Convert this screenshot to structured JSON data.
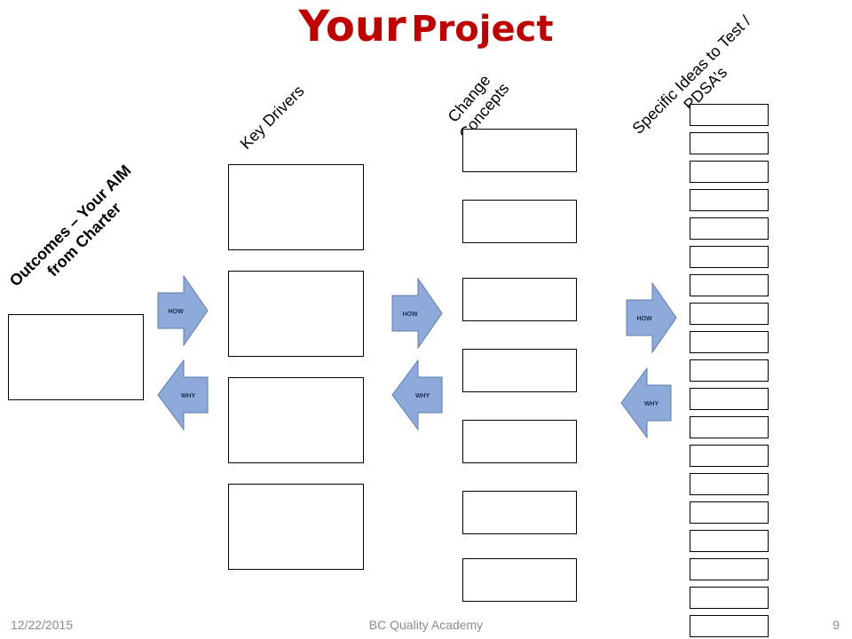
{
  "slide": {
    "title_part1": "Your",
    "title_part2": "Project",
    "headings": {
      "outcomes": "Outcomes – Your AIM from Charter",
      "key_drivers": "Key Drivers",
      "change_concepts": "Change Concepts",
      "specific_ideas": "Specific Ideas to Test / PDSA’s"
    },
    "arrows": {
      "how_label": "HOW",
      "why_label": "WHY"
    },
    "footer": {
      "date": "12/22/2015",
      "organization": "BC Quality Academy",
      "page_number": "9"
    }
  },
  "colors": {
    "title": "#c00000",
    "arrow_fill": "#8eaadb",
    "arrow_stroke": "#5b7bb2",
    "footer_text": "#8c8c8c"
  }
}
